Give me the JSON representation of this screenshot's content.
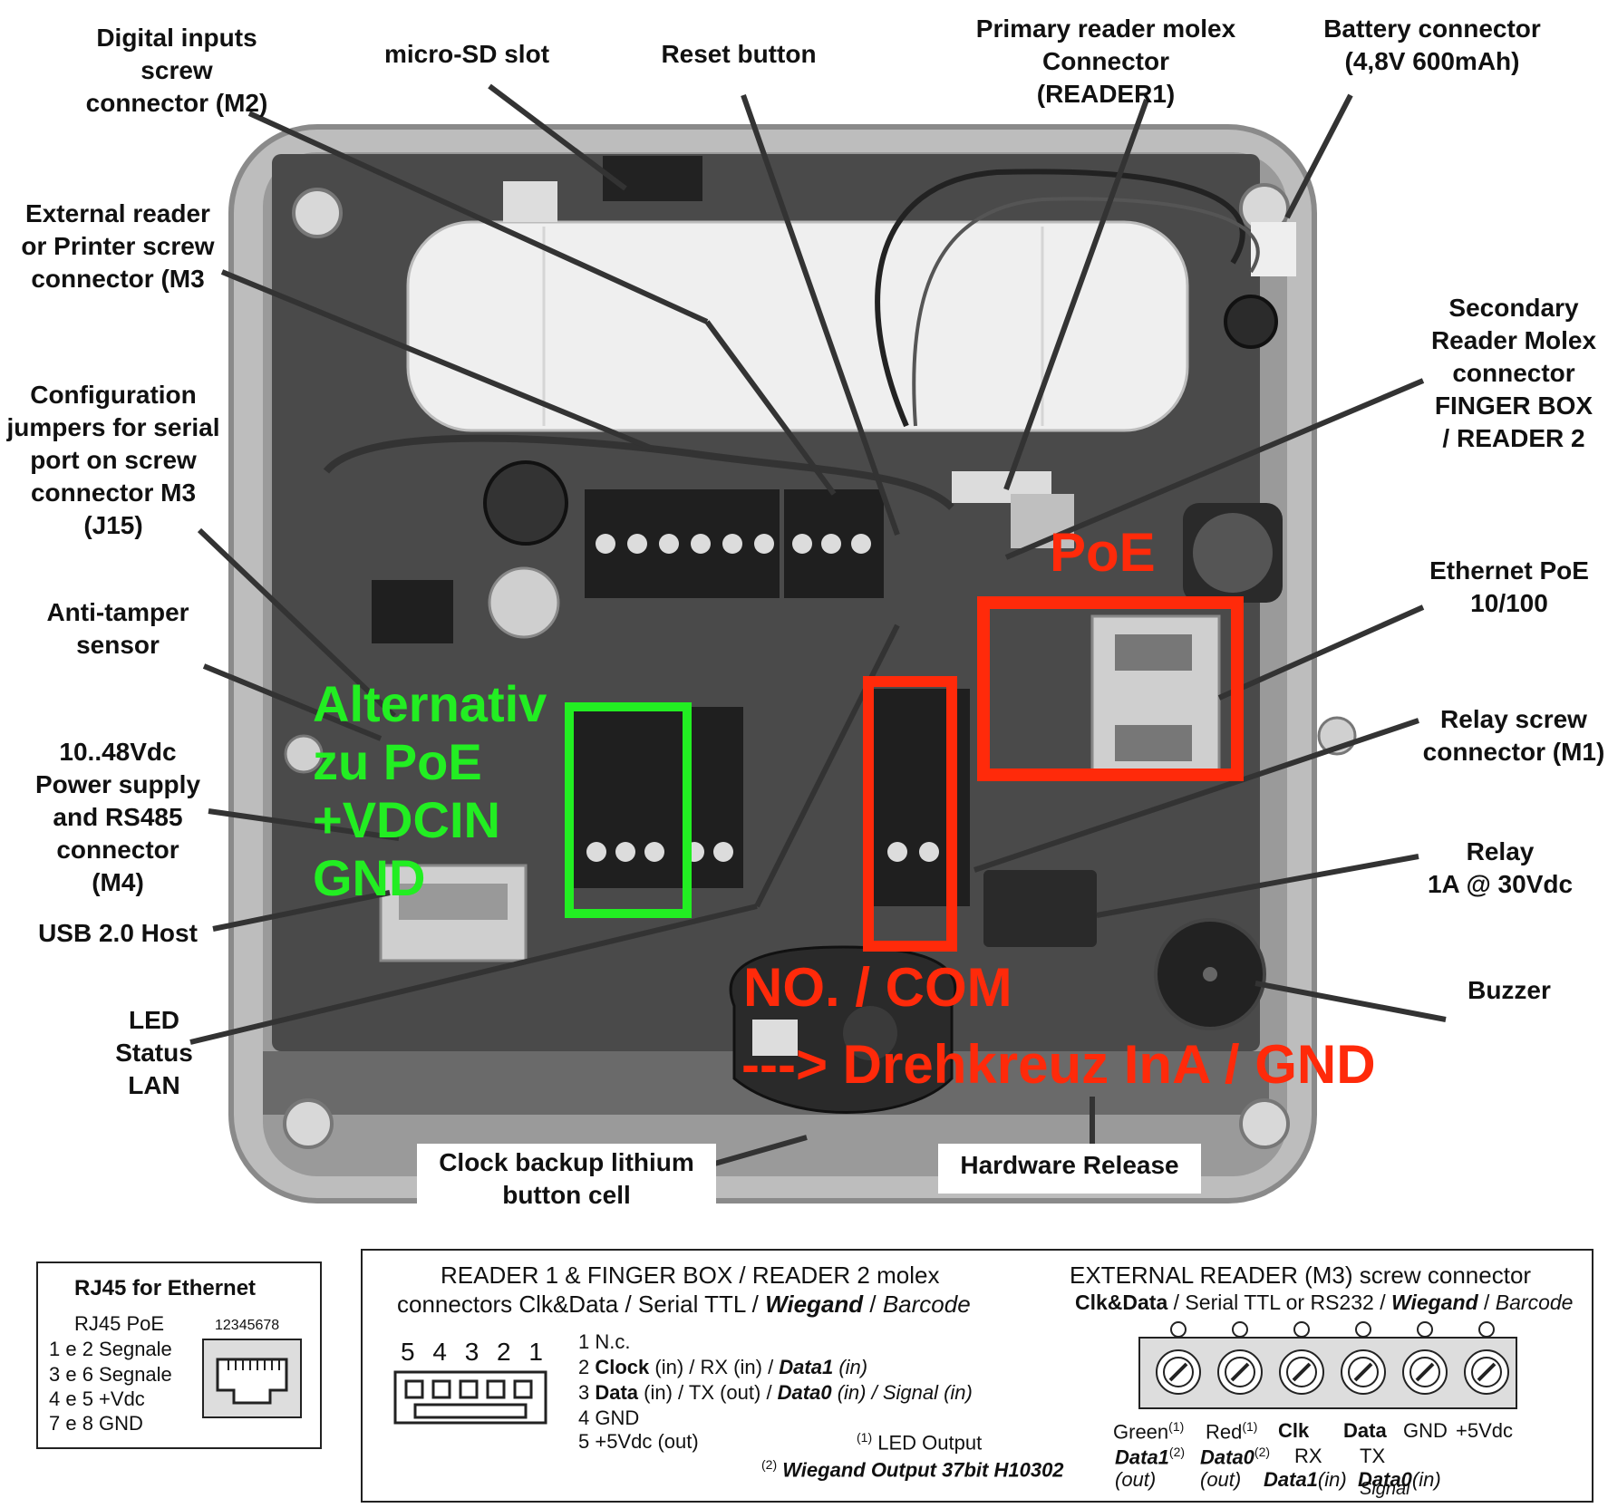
{
  "labels": {
    "digital_inputs": "Digital inputs\nscrew\nconnector (M2)",
    "microsd": "micro-SD slot",
    "reset": "Reset button",
    "primary_reader": "Primary reader molex\nConnector (READER1)",
    "battery": "Battery connector\n(4,8V 600mAh)",
    "external_reader": "External reader\nor Printer screw\nconnector (M3",
    "secondary_reader": "Secondary\nReader Molex\nconnector\nFINGER BOX\n/ READER 2",
    "config_jumpers": "Configuration\njumpers for serial\nport on screw\nconnector M3\n(J15)",
    "anti_tamper": "Anti-tamper\nsensor",
    "ethernet_poe": "Ethernet PoE\n10/100",
    "power_supply": "10..48Vdc\nPower supply\nand RS485\nconnector (M4)",
    "relay_screw": "Relay screw\nconnector (M1)",
    "usb": "USB 2.0 Host",
    "relay": "Relay\n1A @ 30Vdc",
    "buzzer": "Buzzer",
    "led_status": "LED\nStatus\nLAN",
    "clock_cell": "Clock backup lithium\nbutton cell",
    "hw_release": "Hardware Release"
  },
  "overlays": {
    "poe": "PoE",
    "alt_line1": "Alternativ",
    "alt_line2": "zu PoE",
    "alt_line3": "+VDCIN",
    "alt_line4": "GND",
    "relay_line1": "NO. / COM",
    "relay_line2": "---> Drehkreuz InA / GND",
    "red": "#ff2a0a",
    "green": "#22ee22"
  },
  "rj45": {
    "title": "RJ45 for Ethernet",
    "header": "RJ45 PoE",
    "pins_label": "12345678",
    "rows": [
      "1 e 2  Segnale",
      "3 e 6  Segnale",
      "4 e 5  +Vdc",
      "7 e 8  GND"
    ]
  },
  "molex": {
    "title1": "READER 1 & FINGER BOX / READER 2 molex",
    "title2_a": "connectors Clk&Data",
    "title2_b": " / Serial TTL / ",
    "title2_c": "Wiegand",
    "title2_d": " / ",
    "title2_e": "Barcode",
    "pin_numbers": "5 4 3 2 1",
    "pin1": "1  N.c.",
    "pin2_a": "2  ",
    "pin2_b": "Clock",
    "pin2_c": " (in) / RX (in) / ",
    "pin2_d": "Data1",
    "pin2_e": " (in)",
    "pin3_a": "3  ",
    "pin3_b": "Data",
    "pin3_c": " (in) / TX (out) / ",
    "pin3_d": "Data0",
    "pin3_e": " (in)  / Signal  (in)",
    "pin4": "4  GND",
    "pin5": "5  +5Vdc (out)",
    "note1_sup": "(1)",
    "note1": " LED Output",
    "note2_sup": "(2)",
    "note2": " Wiegand Output 37bit H10302"
  },
  "external": {
    "title1": "EXTERNAL READER (M3) screw connector",
    "title2_a": "Clk&Data",
    "title2_b": " / Serial TTL or RS232 / ",
    "title2_c": "Wiegand",
    "title2_d": " / ",
    "title2_e": "Barcode",
    "col_green": "Green",
    "col_red": "Red",
    "col_clk": "Clk",
    "col_data": "Data",
    "col_gnd": "GND",
    "col_5v": "+5Vdc",
    "sup1": "(1)",
    "sup2": "(2)",
    "data1": "Data1",
    "data0": "Data0",
    "out": "(out)",
    "rx": "RX",
    "tx": "TX",
    "data1_in_a": "Data1",
    "data1_in_b": "(in)",
    "data0_in_a": "Data0",
    "data0_in_b": "(in)",
    "signal": "Signal"
  }
}
